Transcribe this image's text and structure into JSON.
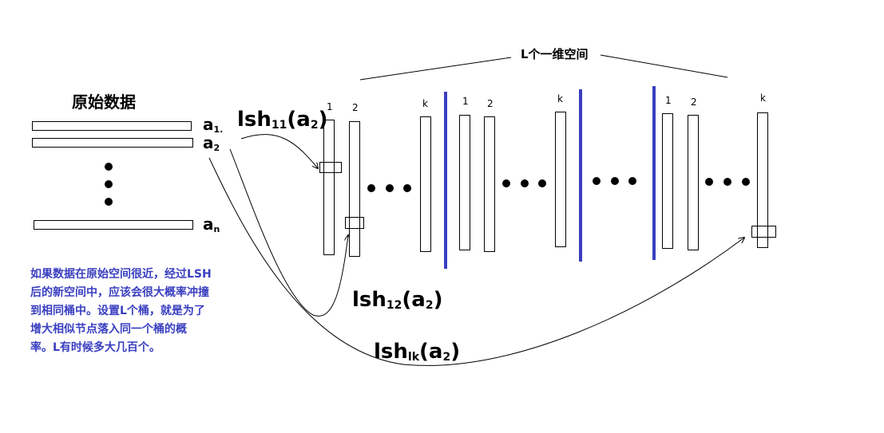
{
  "space_label": "L个一维空间",
  "original_data_label": "原始数据",
  "rows": [
    {
      "base": "a",
      "sub": "1."
    },
    {
      "base": "a",
      "sub": "2"
    },
    {
      "base": "a",
      "sub": "n"
    }
  ],
  "bucket_labels": {
    "first": "1",
    "second": "2",
    "last": "k"
  },
  "hash_functions": [
    {
      "name": "lsh",
      "sub": "11",
      "arg_base": "(a",
      "arg_sub": "2",
      "close": ")"
    },
    {
      "name": "lsh",
      "sub": "12",
      "arg_base": "(a",
      "arg_sub": "2",
      "close": ")"
    },
    {
      "name": "lsh",
      "sub": "lk",
      "arg_base": "(a",
      "arg_sub": "2",
      "close": ")"
    }
  ],
  "note_lines": [
    "如果数据在原始空间很近，经过LSH",
    "后的新空间中，应该会很大概率冲撞",
    "到相同桶中。设置L个桶，就是为了",
    "增大相似节点落入同一个桶的概",
    "率。L有时候多大几百个。"
  ],
  "colors": {
    "accent": "#3a3fc0",
    "ink": "#000000"
  }
}
